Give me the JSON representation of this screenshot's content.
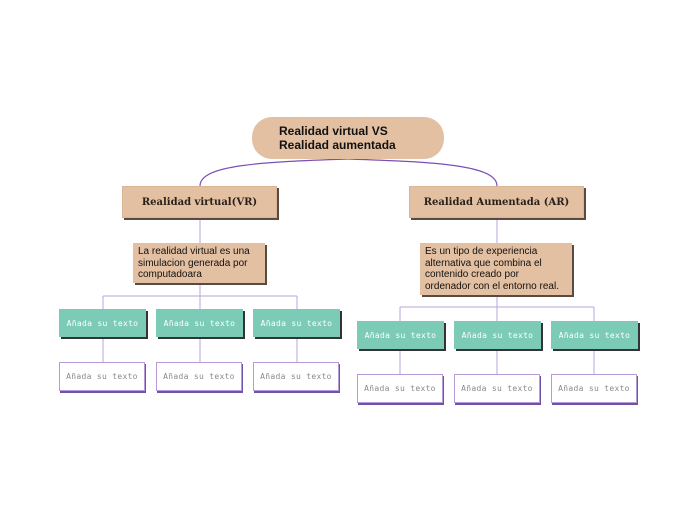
{
  "root": {
    "line1": "Realidad virtual VS",
    "line2": "Realidad aumentada"
  },
  "left": {
    "title": "Realidad virtual(VR)",
    "description": "La realidad virtual es una simulacion generada por computadoara",
    "children": [
      "Añada su texto",
      "Añada su texto",
      "Añada su texto"
    ],
    "grandchildren": [
      "Añada su texto",
      "Añada su texto",
      "Añada su texto"
    ]
  },
  "right": {
    "title": "Realidad Aumentada (AR)",
    "description": "Es un tipo de experiencia alternativa que combina el contenido creado por ordenador con el entorno real.",
    "children": [
      "Añada su texto",
      "Añada su texto",
      "Añada su texto"
    ],
    "grandchildren": [
      "Añada su texto",
      "Añada su texto",
      "Añada su texto"
    ]
  },
  "colors": {
    "node_tan": "#e3c0a2",
    "node_teal": "#7ccbb7",
    "connector": "#7b4fb5"
  }
}
